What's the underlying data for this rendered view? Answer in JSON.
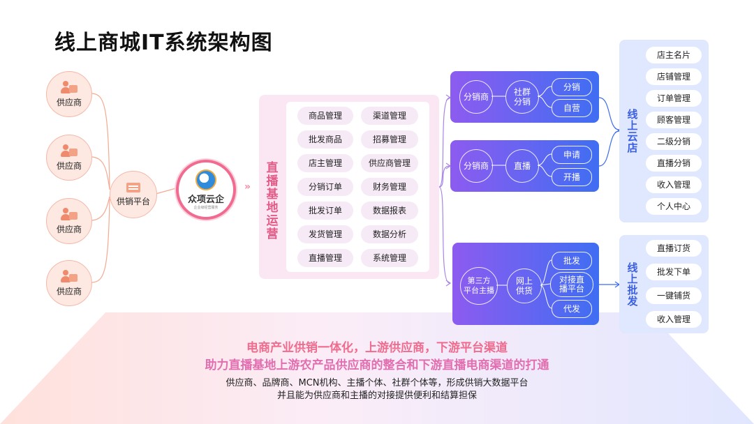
{
  "title": "线上商城IT系统架构图",
  "suppliers": [
    "供应商",
    "供应商",
    "供应商",
    "供应商"
  ],
  "platform": "供销平台",
  "logo": {
    "name": "众项云企",
    "tagline": "企业级经营服务"
  },
  "base": {
    "label": "直播基地运营",
    "items": [
      "商品管理",
      "渠道管理",
      "批发商品",
      "招募管理",
      "店主管理",
      "供应商管理",
      "分销订单",
      "财务管理",
      "批发订单",
      "数据报表",
      "发货管理",
      "数据分析",
      "直播管理",
      "系统管理"
    ]
  },
  "panel1": {
    "node1": "分销商",
    "node2": "社群\n分销",
    "pills": [
      "分销",
      "自营"
    ]
  },
  "panel2": {
    "node1": "分销商",
    "node2": "直播",
    "pills": [
      "申请",
      "开播"
    ]
  },
  "panel3": {
    "node1": "第三方\n平台主播",
    "node2": "网上\n供货",
    "pills": [
      "批发",
      "对接直\n播平台",
      "代发"
    ]
  },
  "store": {
    "label": "线上云店",
    "items": [
      "店主名片",
      "店铺管理",
      "订单管理",
      "顾客管理",
      "二级分销",
      "直播分销",
      "收入管理",
      "个人中心"
    ]
  },
  "wholesale": {
    "label": "线上批发",
    "items": [
      "直播订货",
      "批发下单",
      "一键铺货",
      "收入管理"
    ]
  },
  "footer": {
    "line1": "电商产业供销一体化，上游供应商，下游平台渠道",
    "line2": "助力直播基地上游农产品供应商的整合和下游直播电商渠道的打通",
    "line3": "供应商、品牌商、MCN机构、主播个体、社群个体等，形成供销大数据平台",
    "line4": "并且能为供应商和主播的对接提供便利和结算担保"
  },
  "colors": {
    "accent_pink": "#ef6c8e",
    "accent_blue": "#3b5fe0",
    "supplier_fill": "#fde9e2"
  }
}
